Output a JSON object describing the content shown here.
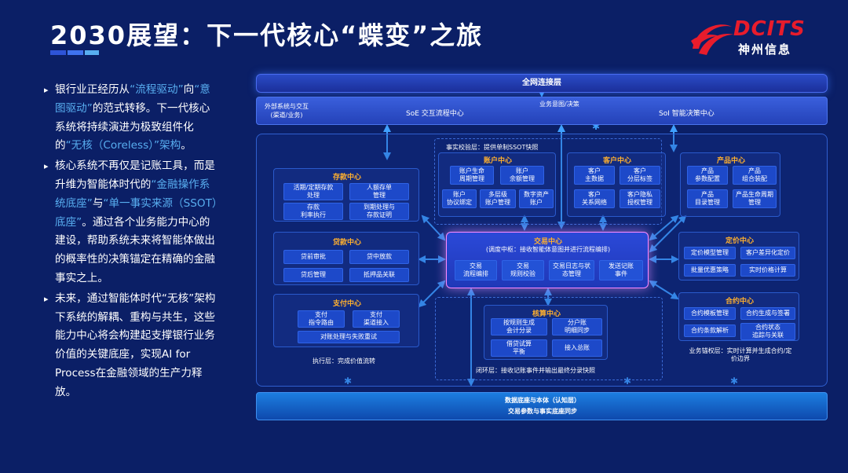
{
  "title": "2030展望：下一代核心“蝶变”之旅",
  "logo": {
    "brand": "DCITS",
    "cn": "神州信息"
  },
  "bullets": [
    {
      "parts": [
        {
          "t": "银行业正经历从",
          "h": false
        },
        {
          "t": "“流程驱动”",
          "h": true
        },
        {
          "t": "向",
          "h": false
        },
        {
          "t": "“意图驱动”",
          "h": true
        },
        {
          "t": "的范式转移。下一代核心系统将持续演进为极致组件化的",
          "h": false
        },
        {
          "t": "“无核（Coreless）”架构",
          "h": true
        },
        {
          "t": "。",
          "h": false
        }
      ]
    },
    {
      "parts": [
        {
          "t": "核心系统不再仅是记账工具，而是升维为智能体时代的",
          "h": false
        },
        {
          "t": "“金融操作系统底座”",
          "h": true
        },
        {
          "t": "与",
          "h": false
        },
        {
          "t": "“单一事实来源（SSOT）底座”",
          "h": true
        },
        {
          "t": "。通过各个业务能力中心的建设，帮助系统未来将智能体做出的概率性的决策锚定在精确的金融事实之上。",
          "h": false
        }
      ]
    },
    {
      "parts": [
        {
          "t": "未来，通过智能体时代“无核”架构下系统的解耦、重构与共生，这些能力中心将会构建起支撑银行业务价值的关键底座，实现AI for Process在金融领域的生产力释放。",
          "h": false
        }
      ]
    }
  ],
  "diagram": {
    "top_bar": "全网连接层",
    "layer": {
      "external": "外部系统与交互\n(渠道/业务)",
      "soe": "SoE  交互流程中心",
      "mid": "业务意图/决策",
      "soi": "SoI  智能决策中心"
    },
    "ssot_note": "事实校验层：提供单制SSOT快照",
    "deposit": {
      "title": "存款中心",
      "cells": [
        "活期/定期存款\n处理",
        "人额存单\n管理",
        "存款\n利率执行",
        "到期处理与\n存款证明"
      ]
    },
    "loan": {
      "title": "贷款中心",
      "cells": [
        "贷前审批",
        "贷中放款",
        "贷后管理",
        "抵押品关联"
      ]
    },
    "pay": {
      "title": "支付中心",
      "cells": [
        "支付\n指令路由",
        "支付\n渠道接入",
        "对账处理与失败重试"
      ],
      "note": "执行层：完成价值流转"
    },
    "account": {
      "title": "账户中心",
      "cells": [
        "账户生命\n周期管理",
        "账户\n余额管理",
        "账户\n协议绑定",
        "多层级\n账户管理",
        "数字资产\n账户"
      ]
    },
    "customer": {
      "title": "客户中心",
      "cells": [
        "客户\n主数据",
        "客户\n分层标签",
        "客户\n关系网络",
        "客户隐私\n授权管理"
      ]
    },
    "product": {
      "title": "产品中心",
      "cells": [
        "产品\n参数配置",
        "产品\n组合装配",
        "产品\n目录管理",
        "产品生命周期\n管理"
      ]
    },
    "trade": {
      "title": "交易中心",
      "subtitle": "(调度中枢：接收智能体意图并进行流程编排)",
      "cells": [
        "交易\n流程编排",
        "交易\n规则校验",
        "交易日志与状\n态管理",
        "发送记账\n事件"
      ]
    },
    "pricing": {
      "title": "定价中心",
      "cells": [
        "定价模型管理",
        "客户差异化定价",
        "批量优惠策略",
        "实时价格计算"
      ]
    },
    "contract": {
      "title": "合约中心",
      "cells": [
        "合约模板管理",
        "合约生成与签署",
        "合约条款解析",
        "合约状态\n追踪与关联"
      ],
      "note": "业务锚权层：实时计算并生成合约/定\n价边界"
    },
    "accounting": {
      "title": "核算中心",
      "cells": [
        "按规则生成\n会计分录",
        "分户账\n明细同步",
        "借贷试算\n平衡",
        "接入总账"
      ],
      "note": "闭环层：接收记账事件并输出最终分录快照"
    },
    "bottom": {
      "line1": "数据底座与本体（认知层）",
      "line2": "交易参数与事实底座同步"
    }
  },
  "colors": {
    "background": "#0b1f66",
    "highlight": "#58aef0",
    "center_title": "#ffb02e",
    "logo_red": "#e81c2c"
  }
}
